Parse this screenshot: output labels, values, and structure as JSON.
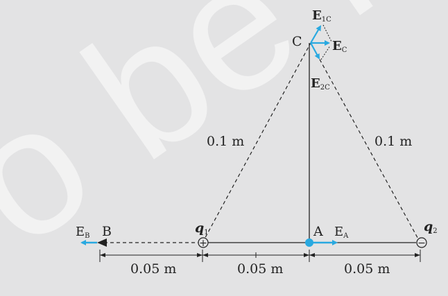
{
  "colors": {
    "background": "#e3e3e4",
    "line": "#222222",
    "vector": "#29a9e0",
    "watermark": "#ffffff"
  },
  "watermark": {
    "text": "o be re"
  },
  "points": {
    "C": "C",
    "B": "B",
    "A": "A"
  },
  "charges": {
    "q1": {
      "base": "q",
      "sub": "1",
      "sign": "+"
    },
    "q2": {
      "base": "q",
      "sub": "2",
      "sign": "−"
    }
  },
  "fields": {
    "E1C": {
      "base": "E",
      "sub": "1C"
    },
    "EC": {
      "base": "E",
      "sub": "C"
    },
    "E2C": {
      "base": "E",
      "sub": "2C"
    },
    "EB": {
      "base": "E",
      "sub": "B"
    },
    "EA": {
      "base": "E",
      "sub": "A"
    }
  },
  "distances": {
    "q1_to_C": "0.1 m",
    "C_to_q2": "0.1 m",
    "B_to_q1": "0.05 m",
    "q1_to_A": "0.05 m",
    "A_to_q2": "0.05 m"
  }
}
